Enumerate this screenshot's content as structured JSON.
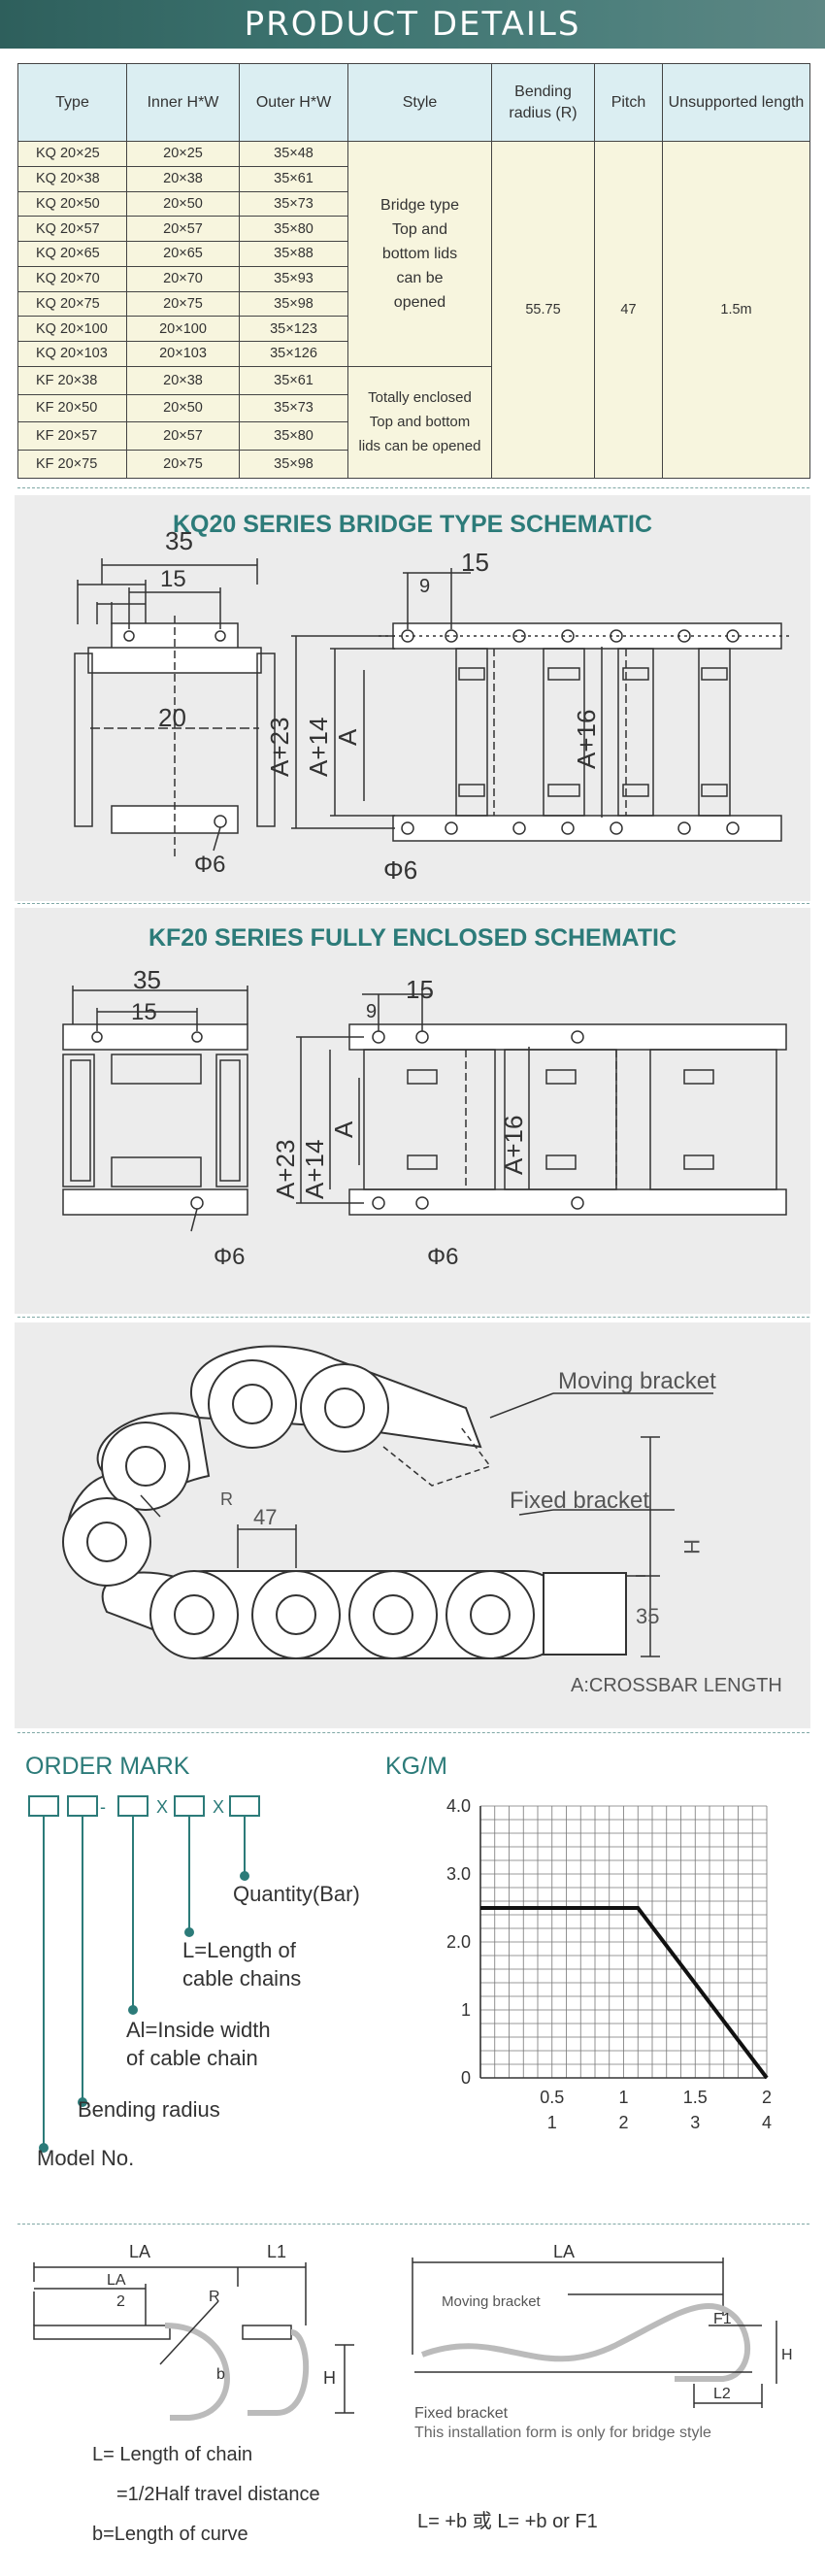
{
  "banner": {
    "title": "PRODUCT DETAILS"
  },
  "table": {
    "headers": [
      "Type",
      "Inner H*W",
      "Outer  H*W",
      "Style",
      "Bending radius (R)",
      "Pitch",
      "Unsupported length"
    ],
    "rows": [
      [
        "KQ  20×25",
        "20×25",
        "35×48"
      ],
      [
        "KQ  20×38",
        "20×38",
        "35×61"
      ],
      [
        "KQ  20×50",
        "20×50",
        "35×73"
      ],
      [
        "KQ  20×57",
        "20×57",
        "35×80"
      ],
      [
        "KQ  20×65",
        "20×65",
        "35×88"
      ],
      [
        "KQ  20×70",
        "20×70",
        "35×93"
      ],
      [
        "KQ  20×75",
        "20×75",
        "35×98"
      ],
      [
        "KQ  20×100",
        "20×100",
        "35×123"
      ],
      [
        "KQ  20×103",
        "20×103",
        "35×126"
      ],
      [
        "KF  20×38",
        "20×38",
        "35×61"
      ],
      [
        "KF  20×50",
        "20×50",
        "35×73"
      ],
      [
        "KF  20×57",
        "20×57",
        "35×80"
      ],
      [
        "KF  20×75",
        "20×75",
        "35×98"
      ]
    ],
    "style_kq": [
      "Bridge type",
      "Top and",
      "bottom lids",
      "can be",
      "opened"
    ],
    "style_kf": [
      "Totally enclosed",
      "Top and bottom",
      "lids can be opened"
    ],
    "bending_radius": "55.75",
    "pitch": "47",
    "unsupported_length": "1.5m"
  },
  "kq_section": {
    "title": "KQ20 SERIES BRIDGE TYPE SCHEMATIC",
    "dims": {
      "width": "35",
      "inner": "15",
      "center": "20",
      "hole": "Φ6",
      "pitch_small": "9",
      "pitch_big": "15",
      "a23": "A+23",
      "a14": "A+14",
      "a": "A",
      "a16": "A+16",
      "hole2": "Φ6"
    }
  },
  "kf_section": {
    "title": "KF20 SERIES FULLY ENCLOSED SCHEMATIC",
    "dims": {
      "width": "35",
      "inner": "15",
      "hole": "Φ6",
      "pitch_small": "9",
      "pitch_big": "15",
      "a23": "A+23",
      "a14": "A+14",
      "a": "A",
      "a16": "A+16",
      "hole2": "Φ6"
    }
  },
  "bend_section": {
    "moving": "Moving bracket",
    "fixed": "Fixed bracket",
    "pitch": "47",
    "r": "R",
    "h": "H",
    "height": "35",
    "footnote": "A:CROSSBAR LENGTH"
  },
  "order": {
    "title": "ORDER MARK",
    "dash": "-",
    "x1": "X",
    "x2": "X",
    "labels": [
      "Quantity(Bar)",
      "L=Length of",
      "cable chains",
      "Al=Inside width",
      "of cable chain",
      "Bending radius",
      "Model No."
    ]
  },
  "chart_data": {
    "type": "line",
    "title": "KG/M",
    "y_ticks": [
      "4.0",
      "3.0",
      "2.0",
      "1",
      "0"
    ],
    "x_ticks_top": [
      "0.5",
      "1",
      "1.5",
      "2"
    ],
    "x_ticks_bottom": [
      "1",
      "2",
      "3",
      "4"
    ],
    "ylim": [
      0,
      4
    ],
    "xlim": [
      0,
      2
    ],
    "grid": true,
    "series": [
      {
        "x": [
          0,
          1.1,
          2
        ],
        "y": [
          2.5,
          2.5,
          0
        ]
      }
    ]
  },
  "install": {
    "la": "LA",
    "la2": "LA",
    "two": "2",
    "l1": "L1",
    "r": "R",
    "b": "b",
    "h": "H",
    "moving": "Moving bracket",
    "fixed": "Fixed bracket",
    "f1": "F1",
    "l2": "L2",
    "note": "This installation form is only for bridge style",
    "legend1": "L= Length of chain",
    "legend2": "=1/2Half travel distance",
    "legend3": "b=Length of curve",
    "formula_l": "L=",
    "formula_plus_b": "+b",
    "formula_or": "或",
    "formula_or_f1": "or F1"
  }
}
